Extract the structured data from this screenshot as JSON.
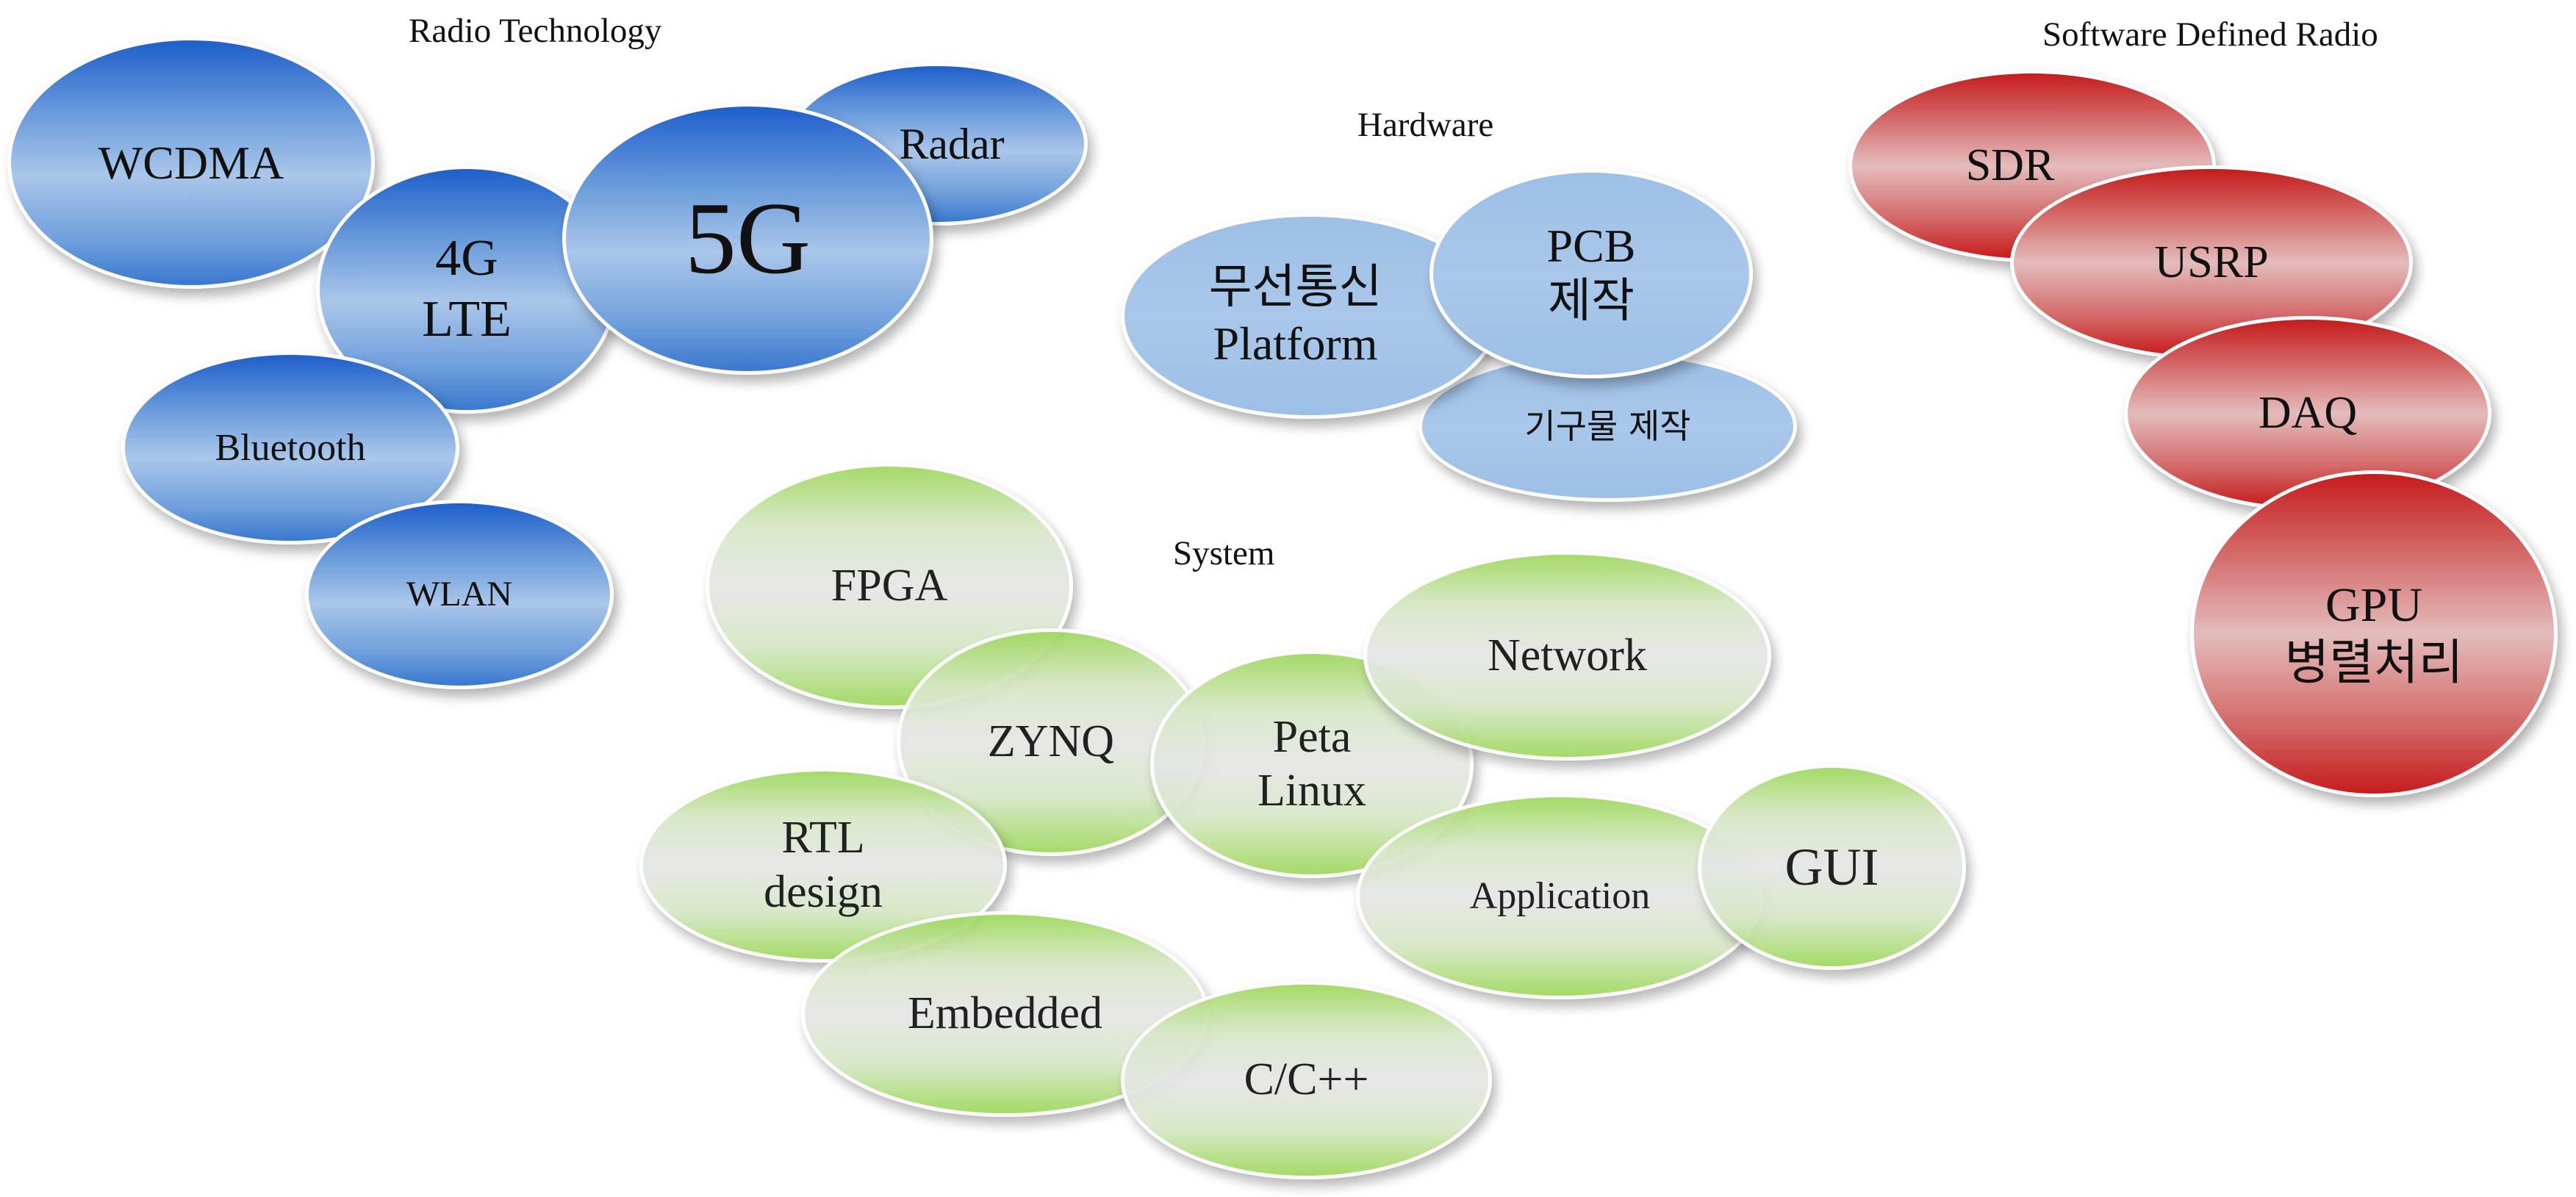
{
  "groups": {
    "radio": {
      "title": "Radio Technology",
      "items": {
        "wcdma": "WCDMA",
        "radar": "Radar",
        "lte_line1": "4G",
        "lte_line2": "LTE",
        "g5": "5G",
        "bluetooth": "Bluetooth",
        "wlan": "WLAN"
      }
    },
    "hardware": {
      "title": "Hardware",
      "items": {
        "platform_line1": "무선통신",
        "platform_line2": "Platform",
        "pcb_line1": "PCB",
        "pcb_line2": "제작",
        "mechanical": "기구물 제작"
      }
    },
    "sdr": {
      "title": "Software Defined Radio",
      "items": {
        "sdr": "SDR",
        "usrp": "USRP",
        "daq": "DAQ",
        "gpu_line1": "GPU",
        "gpu_line2": "병렬처리"
      }
    },
    "system": {
      "title": "System",
      "items": {
        "fpga": "FPGA",
        "zynq": "ZYNQ",
        "peta_line1": "Peta",
        "peta_line2": "Linux",
        "network": "Network",
        "rtl_line1": "RTL",
        "rtl_line2": "design",
        "application": "Application",
        "gui": "GUI",
        "embedded": "Embedded",
        "cpp": "C/C++"
      }
    }
  },
  "colors": {
    "radio": "#3a78cf",
    "hardware": "#a9c7ea",
    "system": "#9fd85e",
    "sdr": "#c61c1c"
  }
}
